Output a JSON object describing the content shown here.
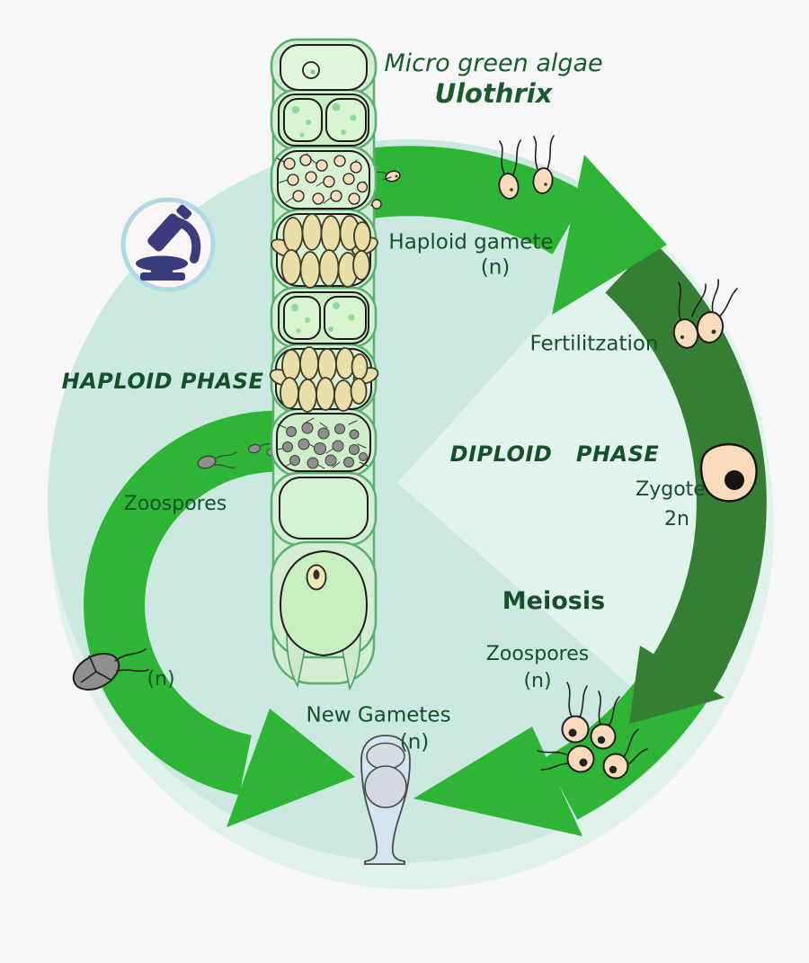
{
  "title": {
    "line1": "Micro green algae",
    "line2": "Ulothrix"
  },
  "labels": {
    "haploid_gamete": "Haploid gamete",
    "haploid_gamete_n": "(n)",
    "fertilization": "Fertilitzation",
    "haploid_phase": "HAPLOID PHASE",
    "diploid_phase": "DIPLOID   PHASE",
    "zygote": "Zygote",
    "zygote_ploidy": "2n",
    "zoospores_left": "Zoospores",
    "zoospores_left_n": "(n)",
    "meiosis": "Meiosis",
    "zoospores_right": "Zoospores",
    "zoospores_right_n": "(n)",
    "new_gametes": "New Gametes",
    "new_gametes_n": "(n)"
  },
  "icons": {
    "microscope": "microscope-icon"
  },
  "colors": {
    "page_bg": "#f7f7f7",
    "mint": "#cbe9e0",
    "wedge_mint": "#e2f3ee",
    "fringe_mint": "#e0f2ea",
    "bright_green": "#2eb535",
    "dark_green": "#347f34",
    "text_green": "#14502a",
    "title_green": "#175c2d",
    "peach": "#fadcbd",
    "tan": "#eadfa9",
    "gray_spore": "#8f8f8f",
    "sheath_fill": "#d3eed2",
    "sheath_stroke": "#57b06e",
    "cell_fill": "#d8f3d4",
    "goblet_fill": "#d3e6ef",
    "icon_glyph": "#3b3c7d",
    "icon_ring": "#aed9e6"
  }
}
